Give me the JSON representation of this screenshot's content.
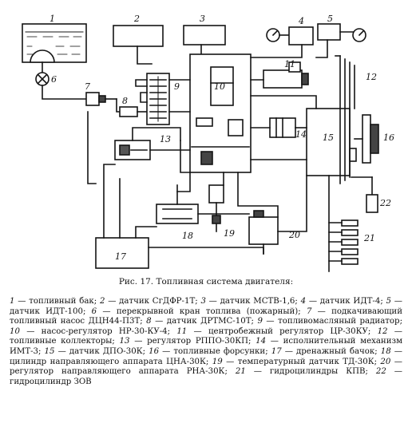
{
  "caption": "Рис. 17. Топливная система двигателя:",
  "labels": {
    "n1": "1",
    "n2": "2",
    "n3": "3",
    "n4": "4",
    "n5": "5",
    "n6": "6",
    "n7": "7",
    "n8": "8",
    "n9": "9",
    "n10": "10",
    "n11": "11",
    "n12": "12",
    "n13": "13",
    "n14": "14",
    "n15": "15",
    "n16": "16",
    "n17": "17",
    "n18": "18",
    "n19": "19",
    "n20": "20",
    "n21": "21",
    "n22": "22"
  },
  "legend": [
    {
      "num": "1",
      "text": " — топливный бак; "
    },
    {
      "num": "2",
      "text": " — датчик СгДФР-1Т; "
    },
    {
      "num": "3",
      "text": " — датчик МСТВ-1,6; "
    },
    {
      "num": "4",
      "text": " — датчик ИДТ-4; "
    },
    {
      "num": "5",
      "text": " — датчик ИДТ-100; "
    },
    {
      "num": "6",
      "text": " — перекрывной кран топлива (пожарный); "
    },
    {
      "num": "7",
      "text": " — подкачивающий топливный насос ДЦН44-П3Т; "
    },
    {
      "num": "8",
      "text": " — датчик ДРТМС-10Т; "
    },
    {
      "num": "9",
      "text": " — топливомасляный радиатор; "
    },
    {
      "num": "10",
      "text": " — насос-регулятор НР-30-КУ-4; "
    },
    {
      "num": "11",
      "text": " — центробежный регулятор ЦР-30КУ; "
    },
    {
      "num": "12",
      "text": " — топливные коллекторы; "
    },
    {
      "num": "13",
      "text": " — регулятор РППО-30КП; "
    },
    {
      "num": "14",
      "text": " — исполнительный механизм ИМТ-3; "
    },
    {
      "num": "15",
      "text": " — датчик ДПО-30К; "
    },
    {
      "num": "16",
      "text": " — топливные форсунки; "
    },
    {
      "num": "17",
      "text": " — дренажный бачок; "
    },
    {
      "num": "18",
      "text": " — цилиндр направляющего аппарата ЦНА-30К; "
    },
    {
      "num": "19",
      "text": " — температурный датчик ТД-30К; "
    },
    {
      "num": "20",
      "text": " — регулятор направляющего аппарата РНА-30К; "
    },
    {
      "num": "21",
      "text": " — гидроцилиндры КПВ; "
    },
    {
      "num": "22",
      "text": " — гидроцилиндр ЗОВ"
    }
  ]
}
